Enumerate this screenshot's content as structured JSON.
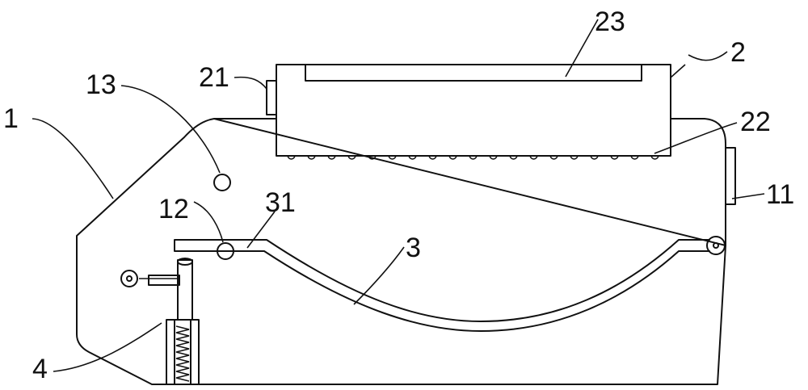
{
  "labels": {
    "l1": "1",
    "l2": "2",
    "l3": "3",
    "l4": "4",
    "l11": "11",
    "l12": "12",
    "l13": "13",
    "l21": "21",
    "l22": "22",
    "l23": "23",
    "l31": "31"
  }
}
